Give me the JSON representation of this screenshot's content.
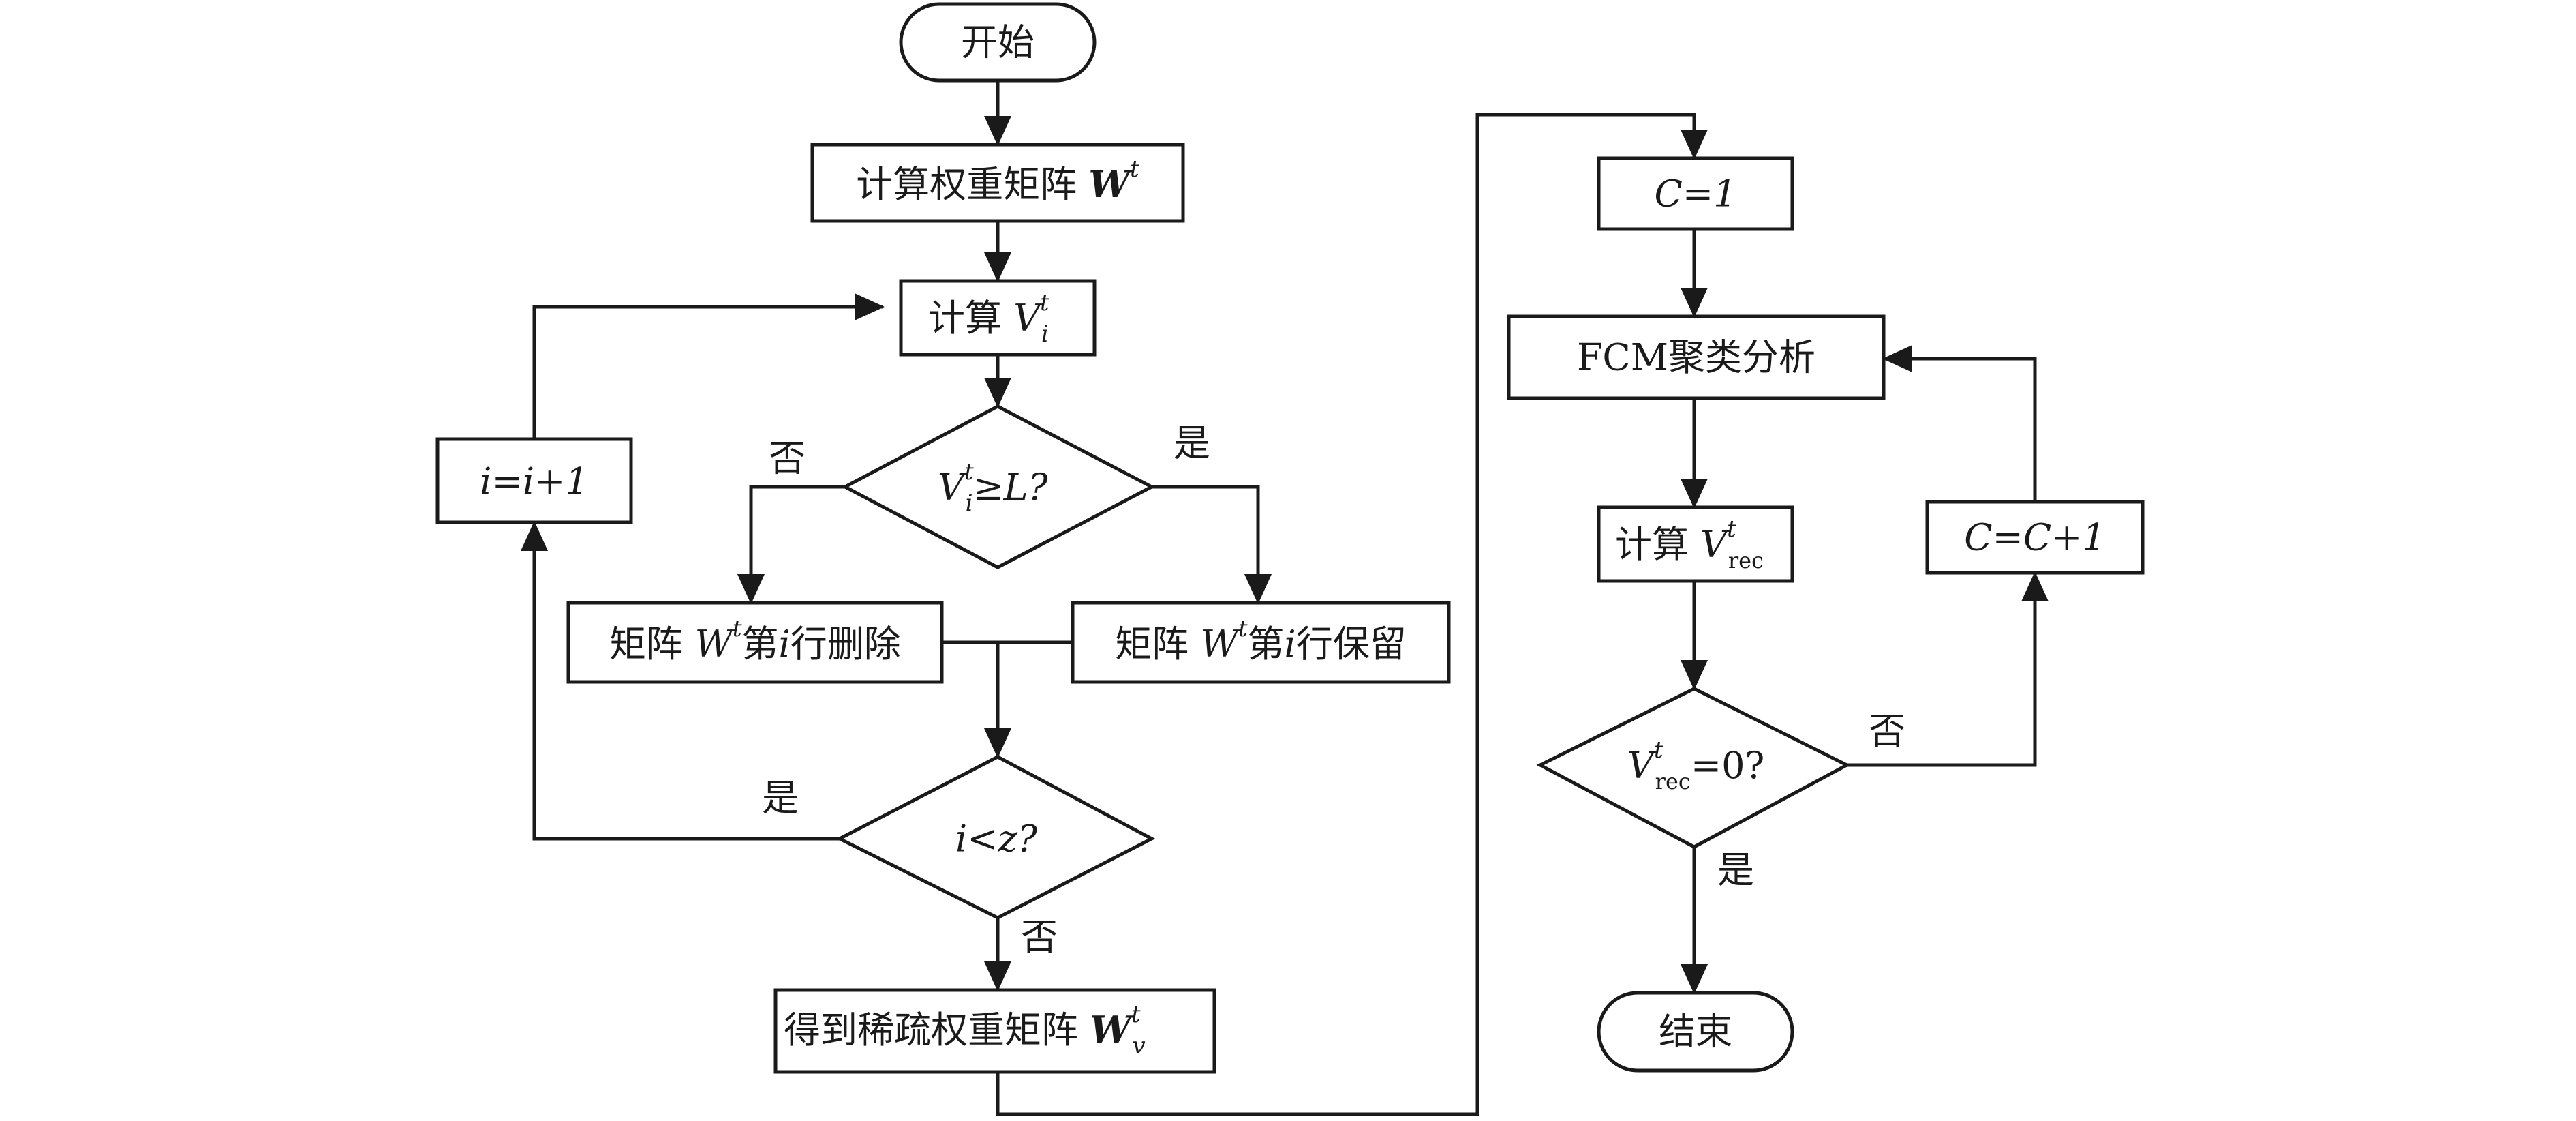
{
  "nodes": {
    "start": "开始",
    "calc_w": {
      "text": "计算权重矩阵",
      "W": "W",
      "sup": "t"
    },
    "calc_v": {
      "text": "计算",
      "V": "V",
      "sup": "t",
      "sub": "i"
    },
    "decision_v": {
      "V": "V",
      "sup": "t",
      "sub": "i",
      "rest": "≥L?"
    },
    "ii": "i=i+1",
    "delete": {
      "pre": "矩阵",
      "W": "W",
      "sup": "t",
      "mid": "第",
      "i": "i",
      "post": "行删除"
    },
    "keep": {
      "pre": "矩阵",
      "W": "W",
      "sup": "t",
      "mid": "第",
      "i": "i",
      "post": "行保留"
    },
    "decision_iz": "i<z?",
    "sparse": {
      "text": "得到稀疏权重矩阵",
      "W": "W",
      "sup": "t",
      "sub": "v"
    },
    "c1": "C=1",
    "fcm": "FCM聚类分析",
    "calc_vrec": {
      "text": "计算",
      "V": "V",
      "sup": "t",
      "sub": "rec"
    },
    "cc": "C=C+1",
    "decision_vrec": {
      "V": "V",
      "sup": "t",
      "sub": "rec",
      "rest": "=0?"
    },
    "end": "结束"
  },
  "edge_labels": {
    "no_left": "否",
    "yes_right": "是",
    "yes_loop": "是",
    "no_down": "否",
    "no_right": "否",
    "yes_down": "是"
  }
}
